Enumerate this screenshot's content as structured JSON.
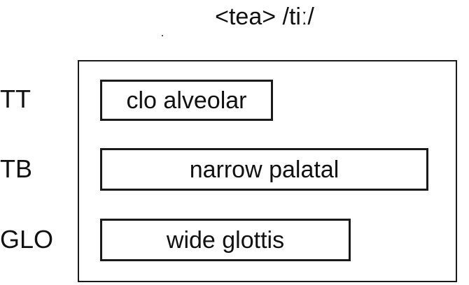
{
  "title": "<tea> /tiː/",
  "tiers": [
    {
      "label": "TT",
      "gesture": "clo alveolar"
    },
    {
      "label": "TB",
      "gesture": "narrow palatal"
    },
    {
      "label": "GLO",
      "gesture": "wide glottis"
    }
  ]
}
